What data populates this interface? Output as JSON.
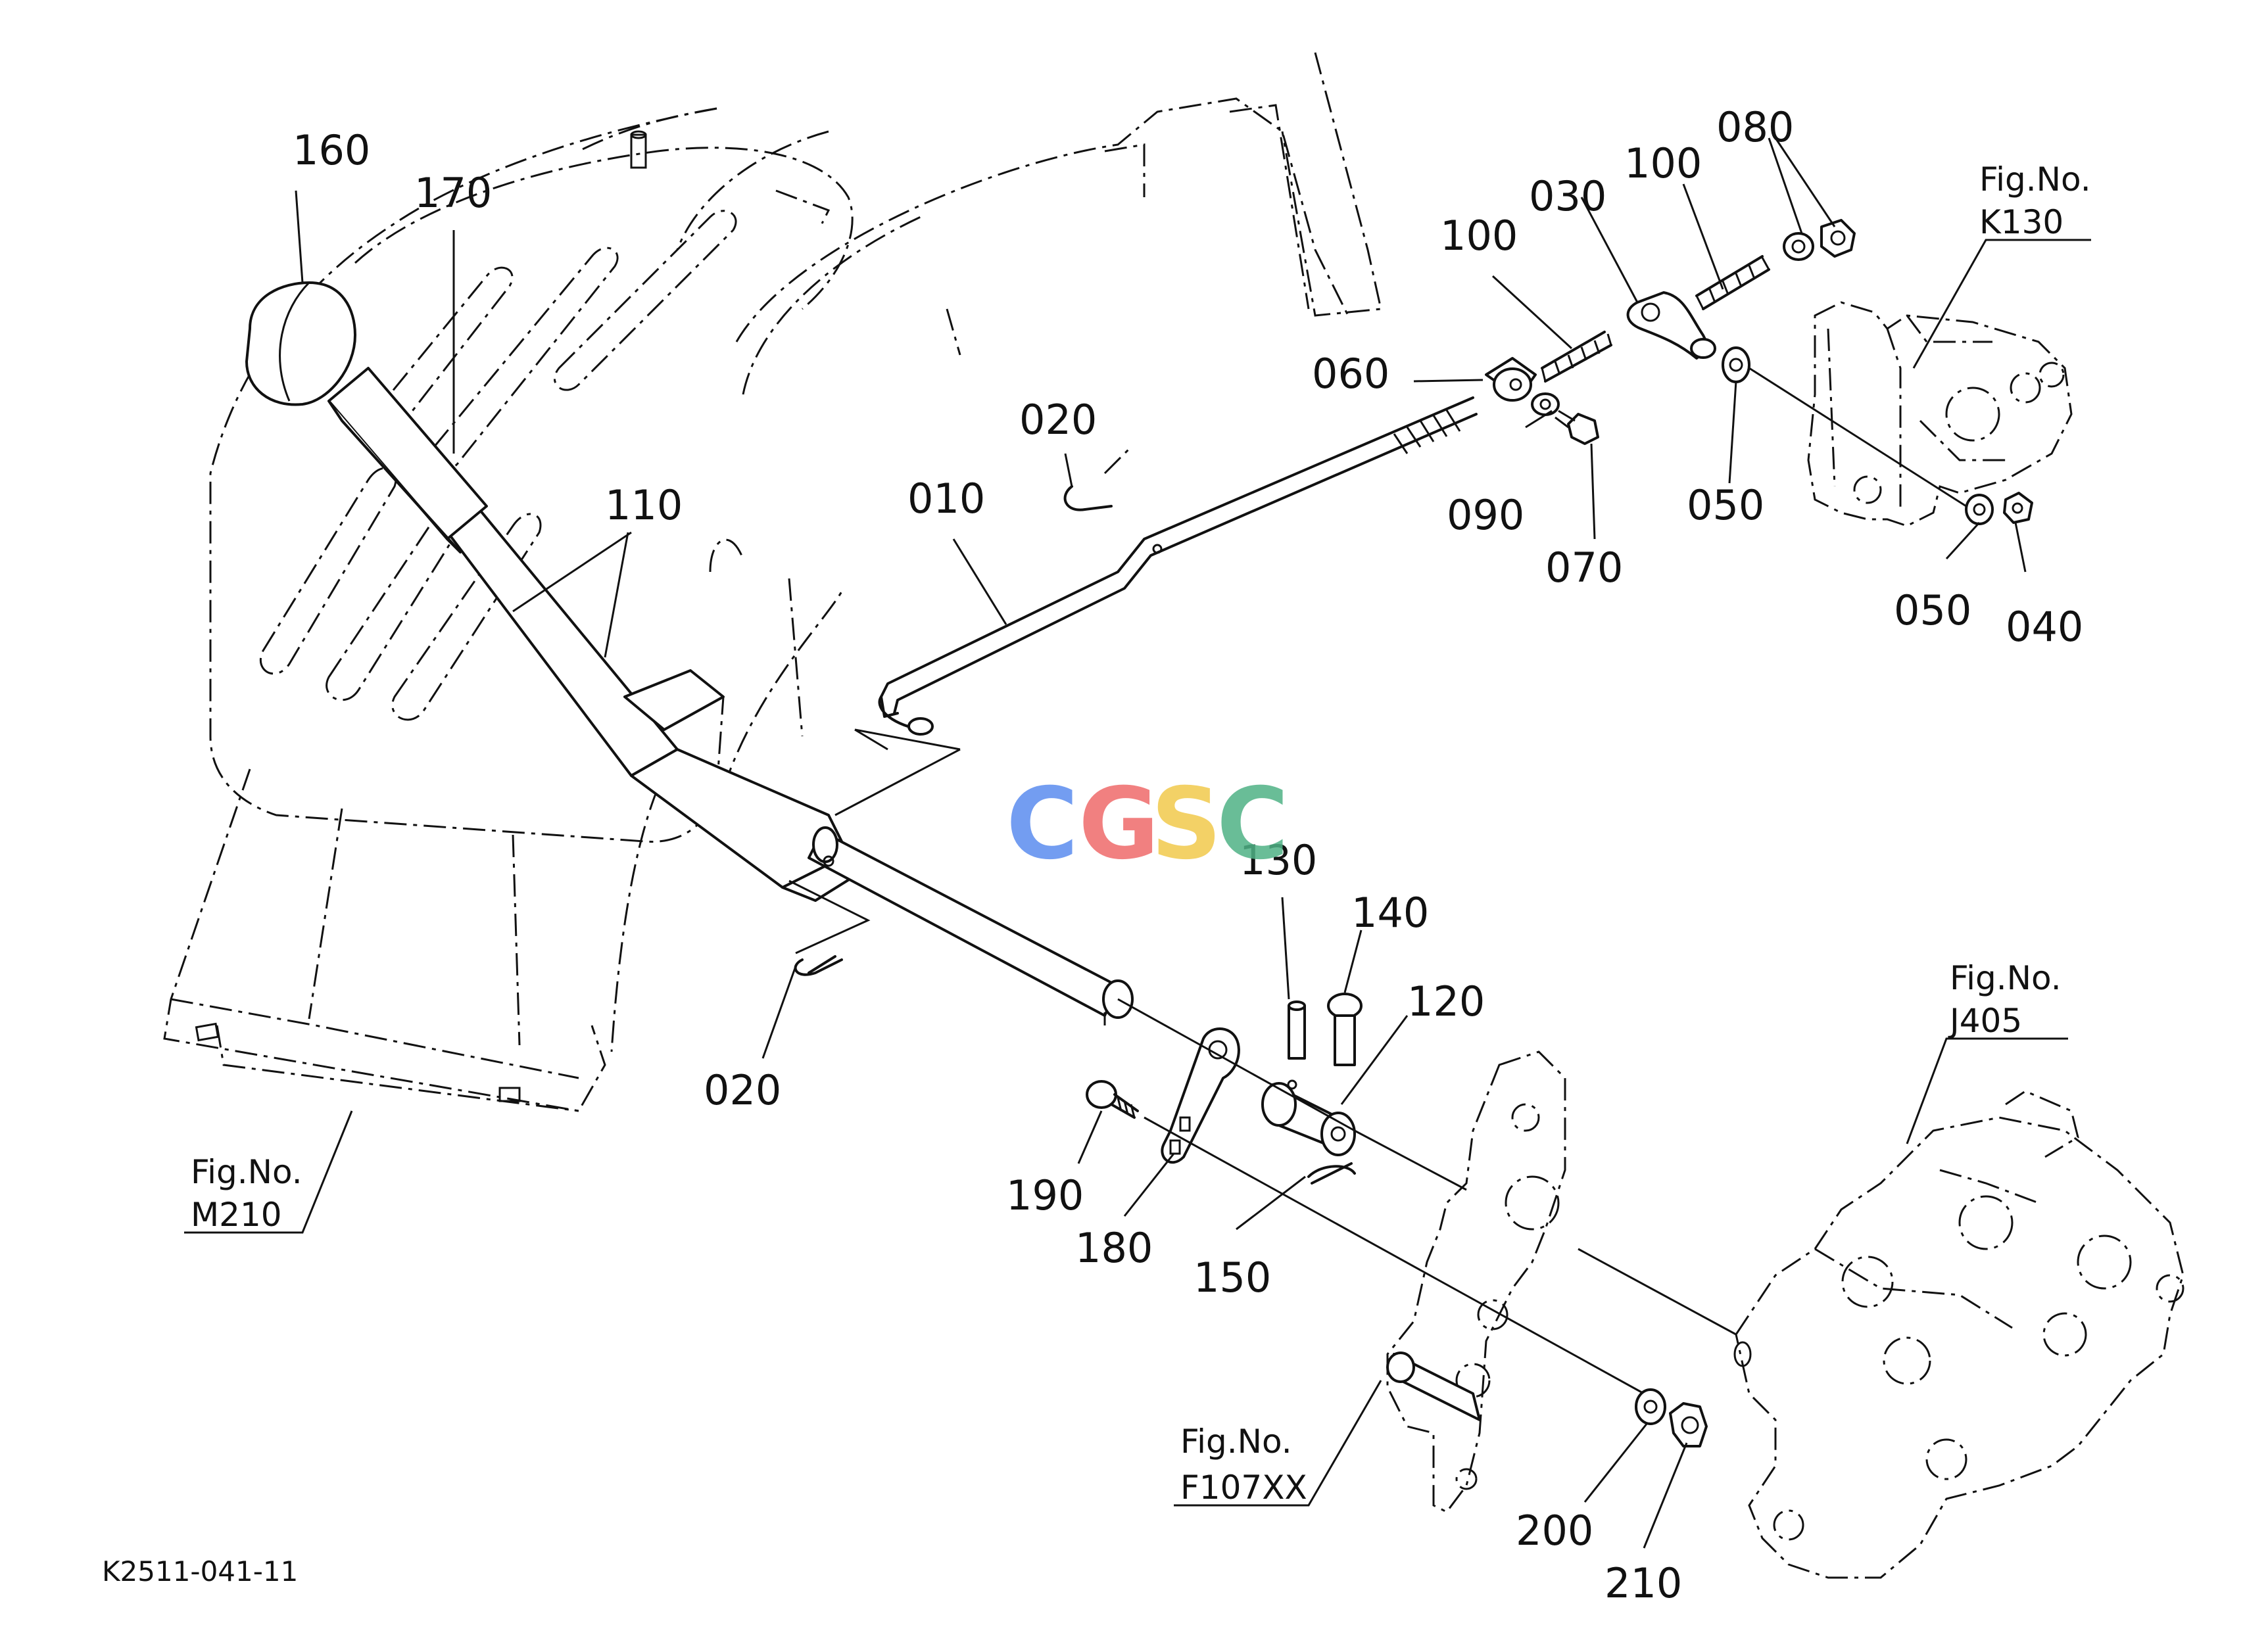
{
  "parts": {
    "p160": "160",
    "p170": "170",
    "p110": "110",
    "p010": "010",
    "p020a": "020",
    "p020b": "020",
    "p100a": "100",
    "p030": "030",
    "p100b": "100",
    "p080": "080",
    "p060": "060",
    "p090": "090",
    "p070": "070",
    "p050a": "050",
    "p050b": "050",
    "p040": "040",
    "p130": "130",
    "p140": "140",
    "p120": "120",
    "p190": "190",
    "p180": "180",
    "p150": "150",
    "p200": "200",
    "p210": "210"
  },
  "figure_refs": {
    "k130": {
      "line1": "Fig.No.",
      "line2": "K130"
    },
    "j405": {
      "line1": "Fig.No.",
      "line2": "J405"
    },
    "m210": {
      "line1": "Fig.No.",
      "line2": "M210"
    },
    "f107xx": {
      "line1": "Fig.No.",
      "line2": "F107XX"
    }
  },
  "drawing_code": "K2511-041-11",
  "watermark": {
    "letters": [
      "C",
      "G",
      "S",
      "C"
    ],
    "colors": [
      "#5b8def",
      "#ef6b6b",
      "#f2c94c",
      "#4fb286"
    ]
  }
}
